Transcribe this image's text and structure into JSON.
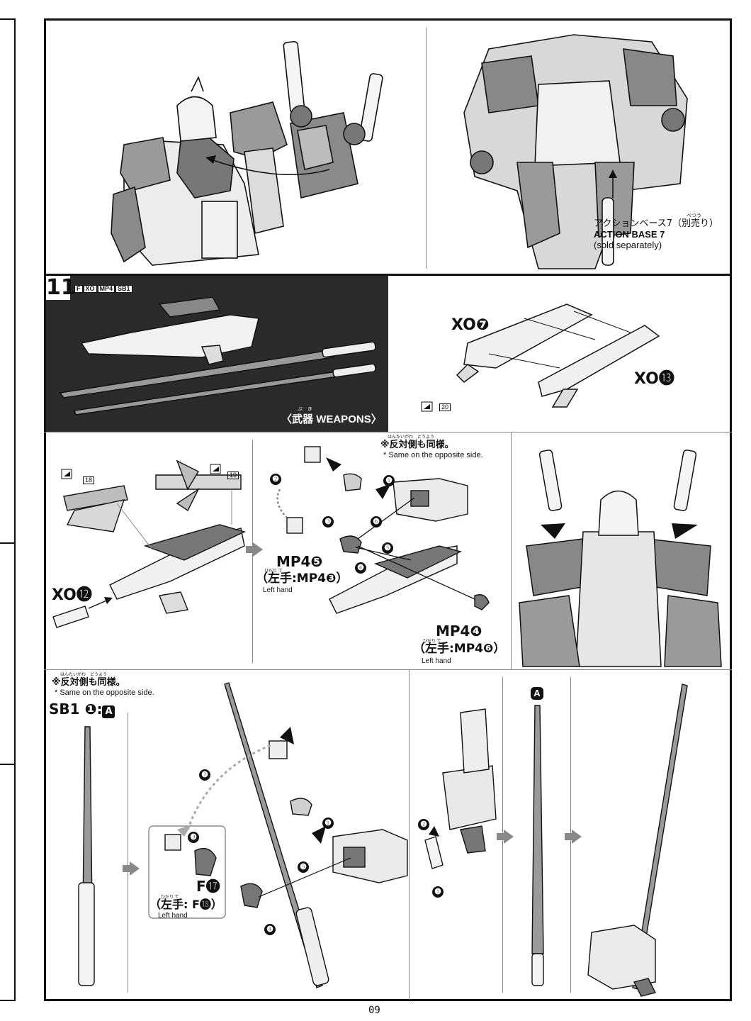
{
  "page": {
    "number": "09"
  },
  "top_right": {
    "action_base_jp": "アクションベース7（別売り）",
    "action_base_ruby": "べつう",
    "action_base_en": "ACTION BASE 7",
    "sold_separately": "(sold separately)"
  },
  "step11": {
    "number": "11",
    "badges": [
      "F",
      "XO",
      "MP4",
      "SB1"
    ],
    "weapons_jp": "〈武器",
    "weapons_en": "WEAPONS〉",
    "weapons_ruby": "ぶ　き",
    "xo7": "XO❼",
    "xo13": "XO⓭",
    "sticker20": "20"
  },
  "row_mid": {
    "sticker18": "18",
    "sticker19": "19",
    "xo12": "XO⓬",
    "note_ruby": "はんたいがわ　どうよう",
    "note_jp": "※反対側も同様。",
    "note_en": "* Same on the opposite side.",
    "mp4_5": "MP4❺",
    "left_mp43": "（左手:MP4❸）",
    "left_hand_1": "Left hand",
    "mp4_4": "MP4❹",
    "left_mp46": "（左手:MP4❻）",
    "left_hand_2": "Left hand",
    "ruby_hidari": "ひだり て",
    "nums": [
      "❶",
      "❷",
      "❸",
      "❹",
      "❺",
      "❻"
    ]
  },
  "row_bot": {
    "note_ruby": "はんたいがわ　どうよう",
    "note_jp": "※反対側も同様。",
    "note_en": "* Same on the opposite side.",
    "sb1": "SB1",
    "sb1_num": "❶",
    "sb1_colon": ":",
    "a_label": "A",
    "f17": "F⓱",
    "left_f18": "（左手: F⓲）",
    "left_hand": "Left hand",
    "ruby_hidari": "ひだり て",
    "a_label_2": "A",
    "nums": [
      "❶",
      "❷",
      "❸",
      "❹",
      "❺"
    ]
  },
  "colors": {
    "frame": "#111111",
    "dark_panel": "#2b2b2b",
    "grey_part": "#8a8a8a",
    "light_part": "#e8e8e8",
    "arrow": "#888888"
  }
}
